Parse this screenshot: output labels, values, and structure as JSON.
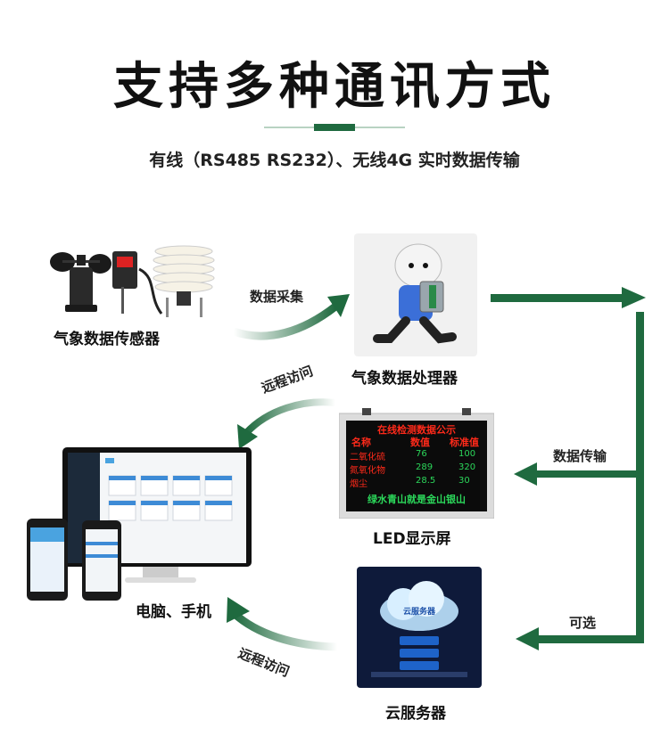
{
  "header": {
    "title": "支持多种通讯方式",
    "subtitle": "有线（RS485  RS232）、无线4G  实时数据传输"
  },
  "nodes": {
    "sensors": "气象数据传感器",
    "processor": "气象数据处理器",
    "led": "LED显示屏",
    "pc_phone": "电脑、手机",
    "cloud": "云服务器"
  },
  "arrows": {
    "collect": "数据采集",
    "remote_top": "远程访问",
    "transfer": "数据传输",
    "optional": "可选",
    "remote_bottom": "远程访问"
  },
  "led_screen": {
    "header": "在线检测数据公示",
    "col_name": "名称",
    "col_value": "数值",
    "col_standard": "标准值",
    "rows": [
      {
        "name": "二氧化硫",
        "value": "76",
        "standard": "100"
      },
      {
        "name": "氮氧化物",
        "value": "289",
        "standard": "320"
      },
      {
        "name": "烟尘",
        "value": "28.5",
        "standard": "30"
      }
    ],
    "footer": "绿水青山就是金山银山"
  },
  "cloud_label": "云服务器",
  "colors": {
    "arrow_green": "#1f6a3f",
    "led_red": "#ff2a1a",
    "led_green": "#2bd65a"
  }
}
